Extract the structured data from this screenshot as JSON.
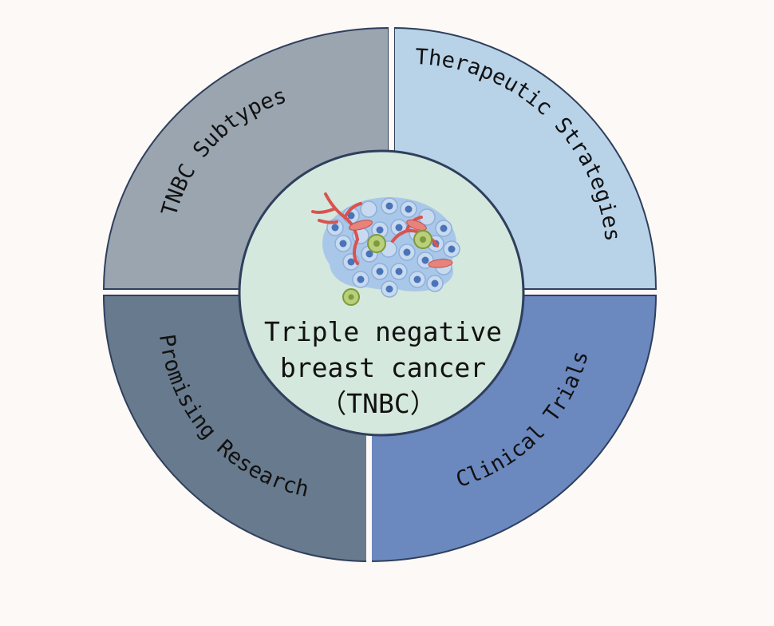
{
  "diagram": {
    "center": {
      "lines": [
        "Triple negative",
        "breast cancer",
        "（TNBC）"
      ]
    },
    "quadrants": [
      {
        "id": "top-left",
        "label": "TNBC Subtypes",
        "color": "#9aa5b0"
      },
      {
        "id": "top-right",
        "label": "Therapeutic Strategies",
        "color": "#b8d3e8"
      },
      {
        "id": "bottom-left",
        "label": "Promising Research",
        "color": "#687a8d"
      },
      {
        "id": "bottom-right",
        "label": "Clinical Trials",
        "color": "#6b88bf"
      }
    ],
    "center_color": "#d4e8dd",
    "outline_color": "#2f3f5c",
    "background_color": "#fdf9f6"
  }
}
